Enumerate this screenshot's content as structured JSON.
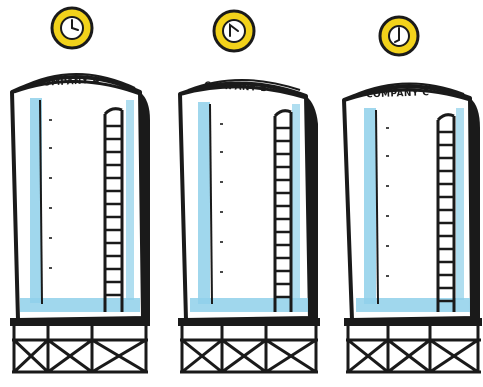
{
  "tanks": [
    {
      "label": "COMPANY A",
      "icon": "clock-icon"
    },
    {
      "label": "COMPANY B",
      "icon": "clock-icon"
    },
    {
      "label": "COMPANY C",
      "icon": "clock-icon"
    }
  ],
  "colors": {
    "ink": "#1a1a1a",
    "clock_ring": "#f2d21b",
    "water": "#8fd0ea",
    "tank_fill": "#ffffff"
  }
}
